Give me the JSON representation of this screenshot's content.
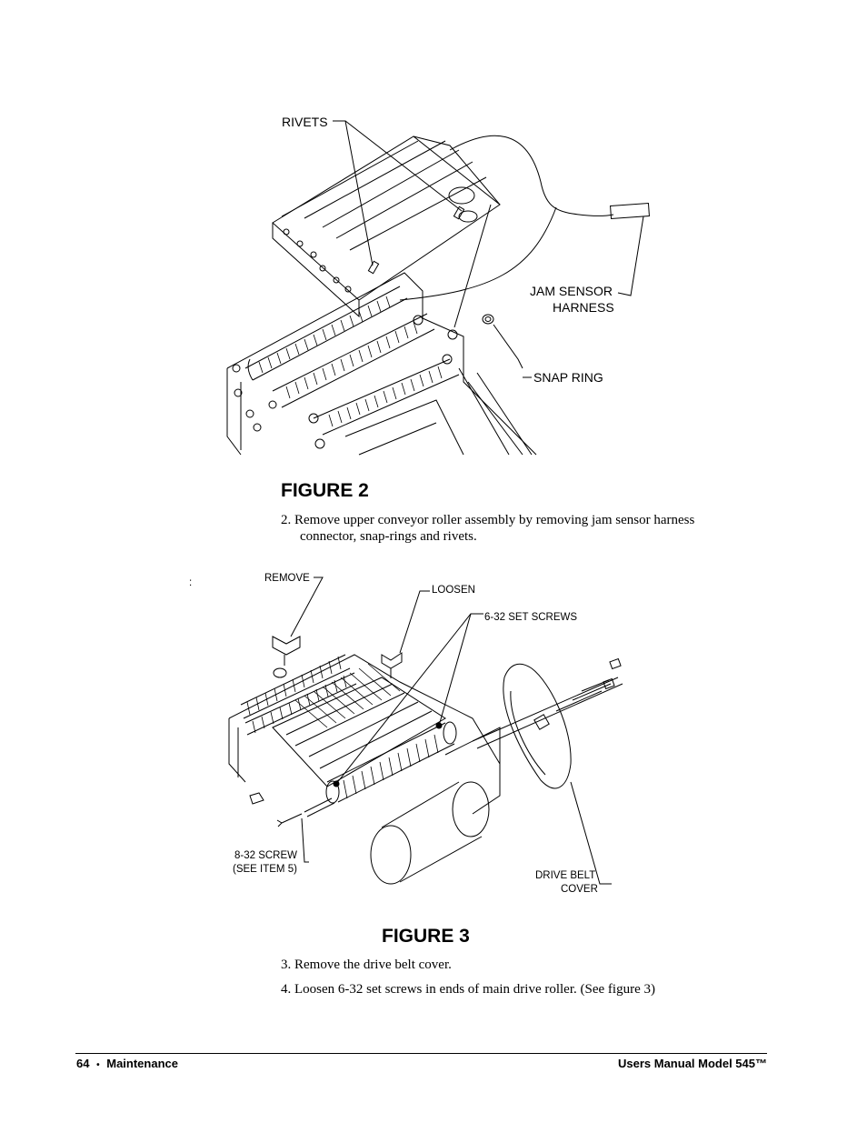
{
  "figure2": {
    "label_rivets": "RIVETS",
    "label_jam_sensor_line1": "JAM SENSOR",
    "label_jam_sensor_line2": "HARNESS",
    "label_snap_ring": "SNAP RING",
    "title": "FIGURE 2"
  },
  "step2": {
    "line1": "2. Remove upper conveyor roller assembly by removing jam sensor harness",
    "line2": "connector, snap-rings and rivets."
  },
  "figure3": {
    "stray_mark": ":",
    "label_remove": "REMOVE",
    "label_loosen": "LOOSEN",
    "label_set_screws": "6-32 SET SCREWS",
    "label_screw_line1": "8-32 SCREW",
    "label_screw_line2": "(SEE ITEM 5)",
    "label_belt_line1": "DRIVE BELT",
    "label_belt_line2": "COVER",
    "title": "FIGURE 3"
  },
  "steps": {
    "step3": "3. Remove the drive belt cover.",
    "step4": "4. Loosen 6-32 set screws in ends of main drive roller.  (See figure 3)"
  },
  "footer": {
    "page_number": "64",
    "bullet": "•",
    "section": "Maintenance",
    "manual_title": "Users Manual Model 545™"
  }
}
